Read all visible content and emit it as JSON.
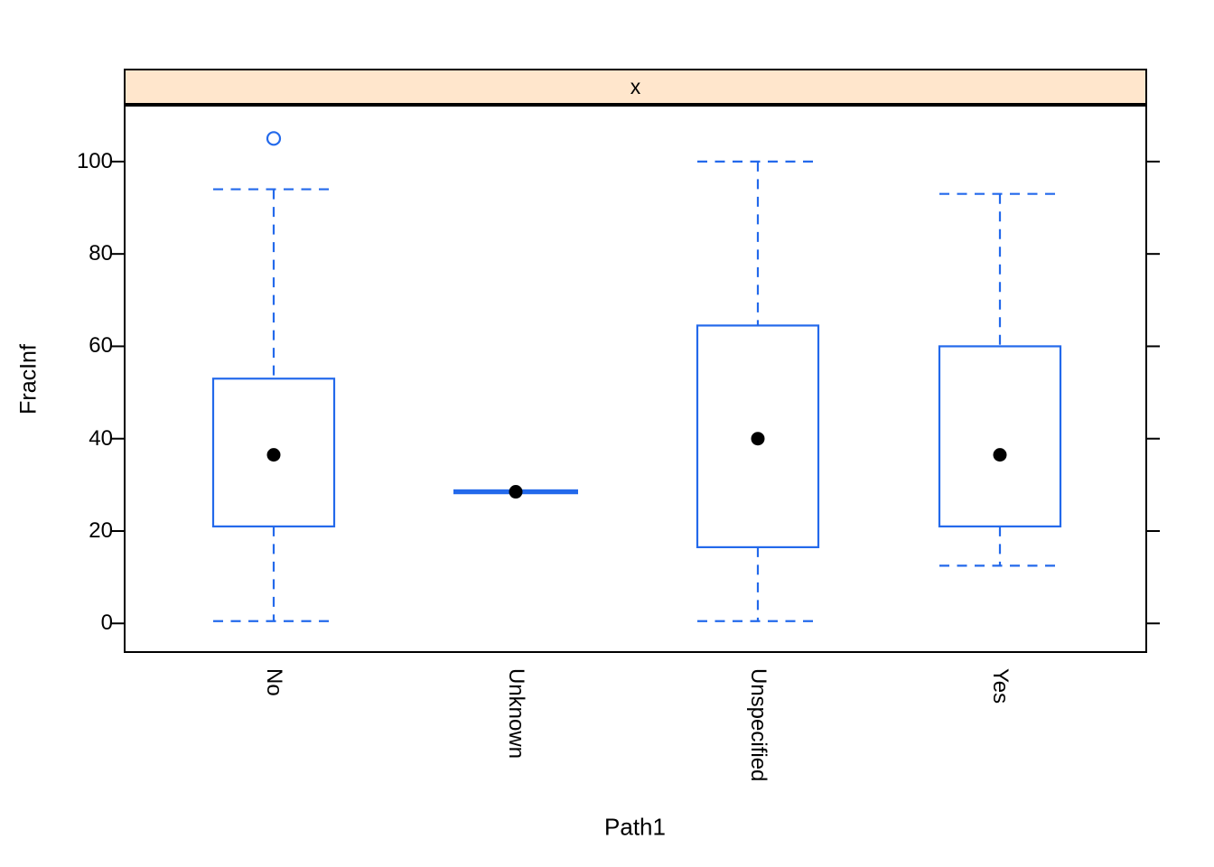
{
  "figure": {
    "background": "#ffffff"
  },
  "strip": {
    "background": "#ffe6cc",
    "border_color": "#000000"
  },
  "colors": {
    "box_stroke": "#2369eb",
    "median_dot": "#000000",
    "outlier_stroke": "#2369eb",
    "axis": "#000000",
    "panel_background": "#ffffff"
  },
  "chart_data": {
    "type": "boxplot",
    "strip_label": "x",
    "xlabel": "Path1",
    "ylabel": "FracInf",
    "categories": [
      "No",
      "Unknown",
      "Unspecified",
      "Yes"
    ],
    "ytick_values": [
      0,
      20,
      40,
      60,
      80,
      100
    ],
    "ytick_labels": [
      "0",
      "20",
      "40",
      "60",
      "80",
      "100"
    ],
    "ylim": [
      -6.4,
      112.3
    ],
    "grid": "off",
    "legend": "none",
    "whisker_style": "dashed",
    "groups": [
      {
        "category": "No",
        "q1": 21,
        "median": 36.5,
        "q3": 53,
        "whisker_low": 0.5,
        "whisker_high": 94,
        "outliers": [
          105
        ]
      },
      {
        "category": "Unknown",
        "q1": 28.5,
        "median": 28.5,
        "q3": 28.5,
        "whisker_low": 28.5,
        "whisker_high": 28.5,
        "outliers": []
      },
      {
        "category": "Unspecified",
        "q1": 16.5,
        "median": 40,
        "q3": 64.5,
        "whisker_low": 0.5,
        "whisker_high": 100,
        "outliers": []
      },
      {
        "category": "Yes",
        "q1": 21,
        "median": 36.5,
        "q3": 60,
        "whisker_low": 12.5,
        "whisker_high": 93,
        "outliers": []
      }
    ]
  }
}
